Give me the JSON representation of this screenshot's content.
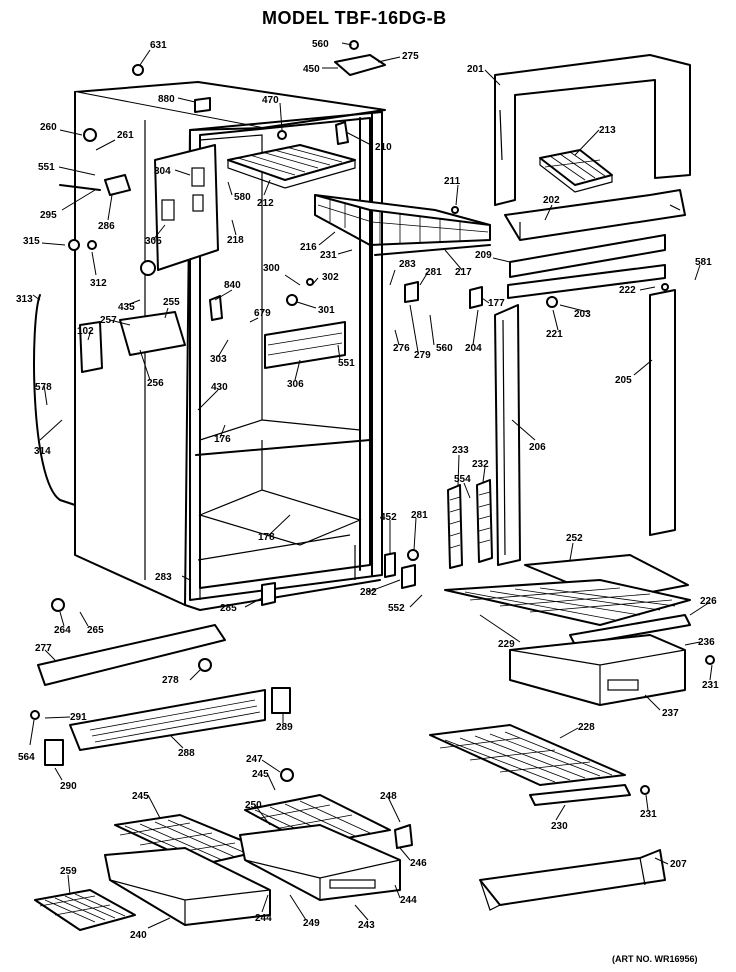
{
  "title": "MODEL TBF-16DG-B",
  "art_number": "(ART NO. WR16956)",
  "part_labels": [
    {
      "id": "p631",
      "text": "631"
    },
    {
      "id": "p560a",
      "text": "560"
    },
    {
      "id": "p275",
      "text": "275"
    },
    {
      "id": "p450",
      "text": "450"
    },
    {
      "id": "p201",
      "text": "201"
    },
    {
      "id": "p880",
      "text": "880"
    },
    {
      "id": "p470",
      "text": "470"
    },
    {
      "id": "p213",
      "text": "213"
    },
    {
      "id": "p260",
      "text": "260"
    },
    {
      "id": "p261",
      "text": "261"
    },
    {
      "id": "p210",
      "text": "210"
    },
    {
      "id": "p551a",
      "text": "551"
    },
    {
      "id": "p304",
      "text": "304"
    },
    {
      "id": "p211",
      "text": "211"
    },
    {
      "id": "p580",
      "text": "580"
    },
    {
      "id": "p295",
      "text": "295"
    },
    {
      "id": "p212",
      "text": "212"
    },
    {
      "id": "p202",
      "text": "202"
    },
    {
      "id": "p286",
      "text": "286"
    },
    {
      "id": "p305",
      "text": "305"
    },
    {
      "id": "p218",
      "text": "218"
    },
    {
      "id": "p315",
      "text": "315"
    },
    {
      "id": "p216",
      "text": "216"
    },
    {
      "id": "p209",
      "text": "209"
    },
    {
      "id": "p312",
      "text": "312"
    },
    {
      "id": "p231a",
      "text": "231"
    },
    {
      "id": "p217",
      "text": "217"
    },
    {
      "id": "p300",
      "text": "300"
    },
    {
      "id": "p302",
      "text": "302"
    },
    {
      "id": "p283a",
      "text": "283"
    },
    {
      "id": "p281a",
      "text": "281"
    },
    {
      "id": "p581",
      "text": "581"
    },
    {
      "id": "p840",
      "text": "840"
    },
    {
      "id": "p313",
      "text": "313"
    },
    {
      "id": "p177",
      "text": "177"
    },
    {
      "id": "p222",
      "text": "222"
    },
    {
      "id": "p435",
      "text": "435"
    },
    {
      "id": "p255",
      "text": "255"
    },
    {
      "id": "p301",
      "text": "301"
    },
    {
      "id": "p203",
      "text": "203"
    },
    {
      "id": "p257",
      "text": "257"
    },
    {
      "id": "p679",
      "text": "679"
    },
    {
      "id": "p221",
      "text": "221"
    },
    {
      "id": "p102",
      "text": "102"
    },
    {
      "id": "p303",
      "text": "303"
    },
    {
      "id": "p276",
      "text": "276"
    },
    {
      "id": "p204",
      "text": "204"
    },
    {
      "id": "p560b",
      "text": "560"
    },
    {
      "id": "p551b",
      "text": "551"
    },
    {
      "id": "p279",
      "text": "279"
    },
    {
      "id": "p256",
      "text": "256"
    },
    {
      "id": "p306",
      "text": "306"
    },
    {
      "id": "p205",
      "text": "205"
    },
    {
      "id": "p578",
      "text": "578"
    },
    {
      "id": "p430",
      "text": "430"
    },
    {
      "id": "p314",
      "text": "314"
    },
    {
      "id": "p176",
      "text": "176"
    },
    {
      "id": "p206",
      "text": "206"
    },
    {
      "id": "p233",
      "text": "233"
    },
    {
      "id": "p232",
      "text": "232"
    },
    {
      "id": "p554",
      "text": "554"
    },
    {
      "id": "p452",
      "text": "452"
    },
    {
      "id": "p281b",
      "text": "281"
    },
    {
      "id": "p178",
      "text": "178"
    },
    {
      "id": "p252",
      "text": "252"
    },
    {
      "id": "p283b",
      "text": "283"
    },
    {
      "id": "p282",
      "text": "282"
    },
    {
      "id": "p285",
      "text": "285"
    },
    {
      "id": "p552",
      "text": "552"
    },
    {
      "id": "p226",
      "text": "226"
    },
    {
      "id": "p264",
      "text": "264"
    },
    {
      "id": "p265",
      "text": "265"
    },
    {
      "id": "p229",
      "text": "229"
    },
    {
      "id": "p236",
      "text": "236"
    },
    {
      "id": "p277",
      "text": "277"
    },
    {
      "id": "p231b",
      "text": "231"
    },
    {
      "id": "p278",
      "text": "278"
    },
    {
      "id": "p237",
      "text": "237"
    },
    {
      "id": "p291",
      "text": "291"
    },
    {
      "id": "p289",
      "text": "289"
    },
    {
      "id": "p564",
      "text": "564"
    },
    {
      "id": "p288",
      "text": "288"
    },
    {
      "id": "p228",
      "text": "228"
    },
    {
      "id": "p290",
      "text": "290"
    },
    {
      "id": "p247",
      "text": "247"
    },
    {
      "id": "p245a",
      "text": "245"
    },
    {
      "id": "p245b",
      "text": "245"
    },
    {
      "id": "p248",
      "text": "248"
    },
    {
      "id": "p230",
      "text": "230"
    },
    {
      "id": "p250",
      "text": "250"
    },
    {
      "id": "p231c",
      "text": "231"
    },
    {
      "id": "p246",
      "text": "246"
    },
    {
      "id": "p207",
      "text": "207"
    },
    {
      "id": "p259",
      "text": "259"
    },
    {
      "id": "p244a",
      "text": "244"
    },
    {
      "id": "p244b",
      "text": "244"
    },
    {
      "id": "p249",
      "text": "249"
    },
    {
      "id": "p240",
      "text": "240"
    },
    {
      "id": "p243",
      "text": "243"
    }
  ]
}
